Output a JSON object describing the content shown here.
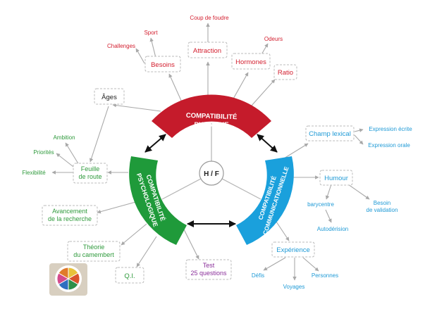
{
  "center": {
    "label": "H / F"
  },
  "sectors": {
    "physique": {
      "line1": "COMPATIBILITÉ",
      "line2": "PHYSIQUE",
      "color": "#c51b2b"
    },
    "psycho": {
      "line1": "COMPATIBILITÉ",
      "line2": "PSYCHOLOGIQUE",
      "color": "#1f9a3a"
    },
    "comm": {
      "line1": "COMPATIBILITÉ",
      "line2": "COMMUNICATIONNELLE",
      "color": "#1aa0dc"
    }
  },
  "colors": {
    "red": "#d32030",
    "green": "#2f9a3c",
    "blue": "#1f9ad6",
    "purple": "#8a2f9a",
    "dark": "#222222",
    "line": "#a8a8a8"
  },
  "physique": {
    "attraction": "Attraction",
    "coup_de_foudre": "Coup de foudre",
    "besoins": "Besoins",
    "sport": "Sport",
    "challenges": "Challenges",
    "hormones": "Hormones",
    "odeurs": "Odeurs",
    "ratio": "Ratio",
    "ages": "Âges"
  },
  "psycho": {
    "feuille_de_route": [
      "Feuille",
      "de route"
    ],
    "ambition": "Ambition",
    "priorites": "Priorités",
    "flexibilite": "Flexibilité",
    "avancement": [
      "Avancement",
      "de la recherche"
    ],
    "theorie": [
      "Théorie",
      "du camembert"
    ],
    "qi": "Q.I."
  },
  "comm": {
    "champ_lexical": "Champ lexical",
    "expression_ecrite": "Expression écrite",
    "expression_orale": "Expression orale",
    "humour": "Humour",
    "barycentre": "barycentre",
    "besoin_validation": [
      "Besoin",
      "de validation"
    ],
    "autoderision": "Autodérision",
    "experience": "Expérience",
    "defis": "Défis",
    "voyages": "Voyages",
    "personnes": "Personnes"
  },
  "test": [
    "Test",
    "25 questions"
  ],
  "camembert_image": {
    "icon": "trivial-pursuit-camembert-icon",
    "colors": [
      "#e8c23a",
      "#d9532c",
      "#2d8f4a",
      "#2f6fc0",
      "#d44a8c",
      "#e07a2a"
    ]
  }
}
